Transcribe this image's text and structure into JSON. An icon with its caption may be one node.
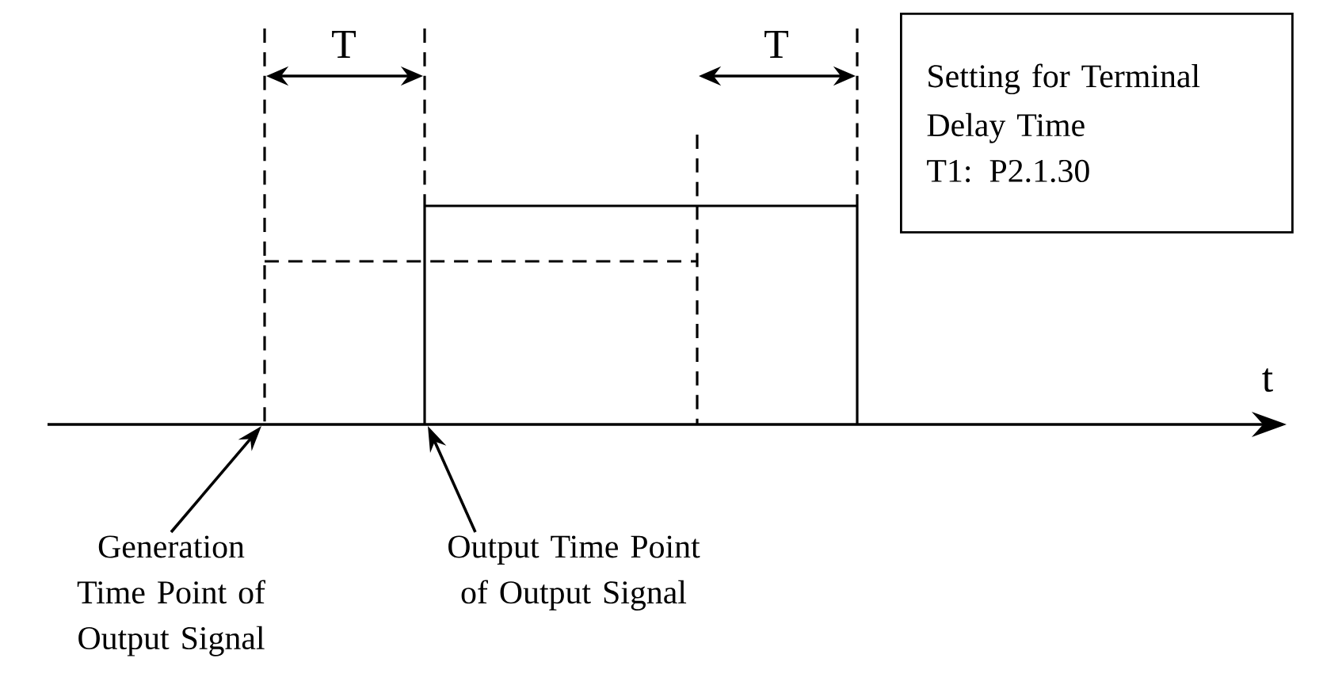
{
  "diagram": {
    "nodes": [
      {
        "text": [
          "Setting for Terminal Delay Time",
          "T1: P2.1.30"
        ]
      },
      {
        "text": [
          "Generation Time Point of Output Signal"
        ]
      },
      {
        "text": [
          "Output Time Point of Output Signal"
        ]
      },
      {
        "text": [],
        "shape": "arrow",
        "beside": [
          "t"
        ]
      }
    ],
    "edges": [
      {
        "from": 1,
        "to": 3,
        "arrow": "to"
      },
      {
        "from": 2,
        "to": 3,
        "arrow": "to"
      }
    ],
    "labels": [
      "T",
      "T"
    ]
  }
}
